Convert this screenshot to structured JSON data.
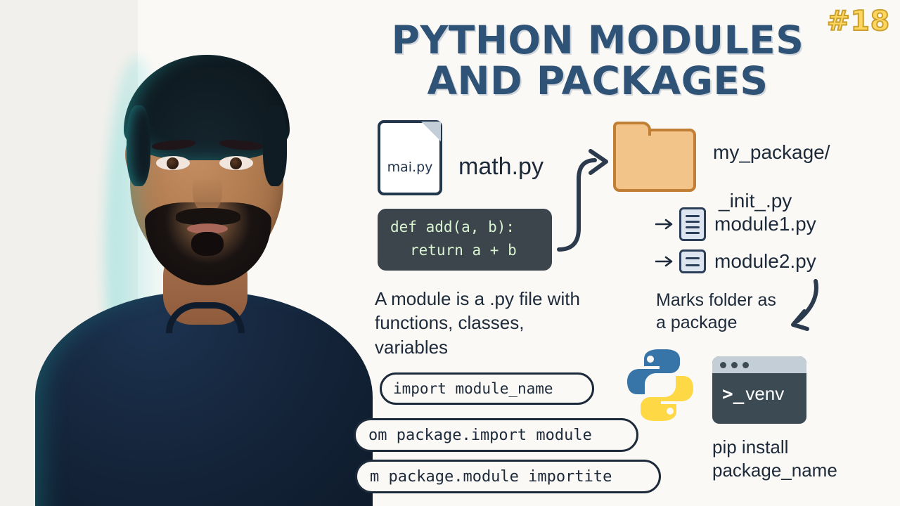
{
  "badge": {
    "text": "#18"
  },
  "title": {
    "line1": "PYTHON MODULES",
    "line2": "AND PACKAGES"
  },
  "module_section": {
    "file_icon_label": "mai.py",
    "file_name": "math.py",
    "code": {
      "line1": "def add(a, b):",
      "line2": "return a + b"
    },
    "description": "A module is a .py file with functions, classes, variables"
  },
  "package_section": {
    "folder_label": "my_package/",
    "init_file": "_init_.py",
    "modules": [
      {
        "name": "module1.py"
      },
      {
        "name": "module2.py"
      }
    ],
    "marks_caption": "Marks folder as a package"
  },
  "imports": [
    {
      "text": "import module_name"
    },
    {
      "text": "om package.import module"
    },
    {
      "text": "m package.module importite"
    }
  ],
  "terminal": {
    "prompt": ">_",
    "command": "venv",
    "pip_line1": "pip install",
    "pip_line2": "package_name"
  },
  "colors": {
    "background": "#faf8f4",
    "title": "#2f5277",
    "ink": "#1d2a3a",
    "badge": "#ffd75e",
    "folder_fill": "#f2c489",
    "folder_border": "#c17f35",
    "code_bg": "#3c444c",
    "code_text": "#d8f3d0",
    "python_blue": "#3775a9",
    "python_yellow": "#ffd845",
    "terminal_bg": "#3c4a54",
    "shirt": "#142338"
  }
}
